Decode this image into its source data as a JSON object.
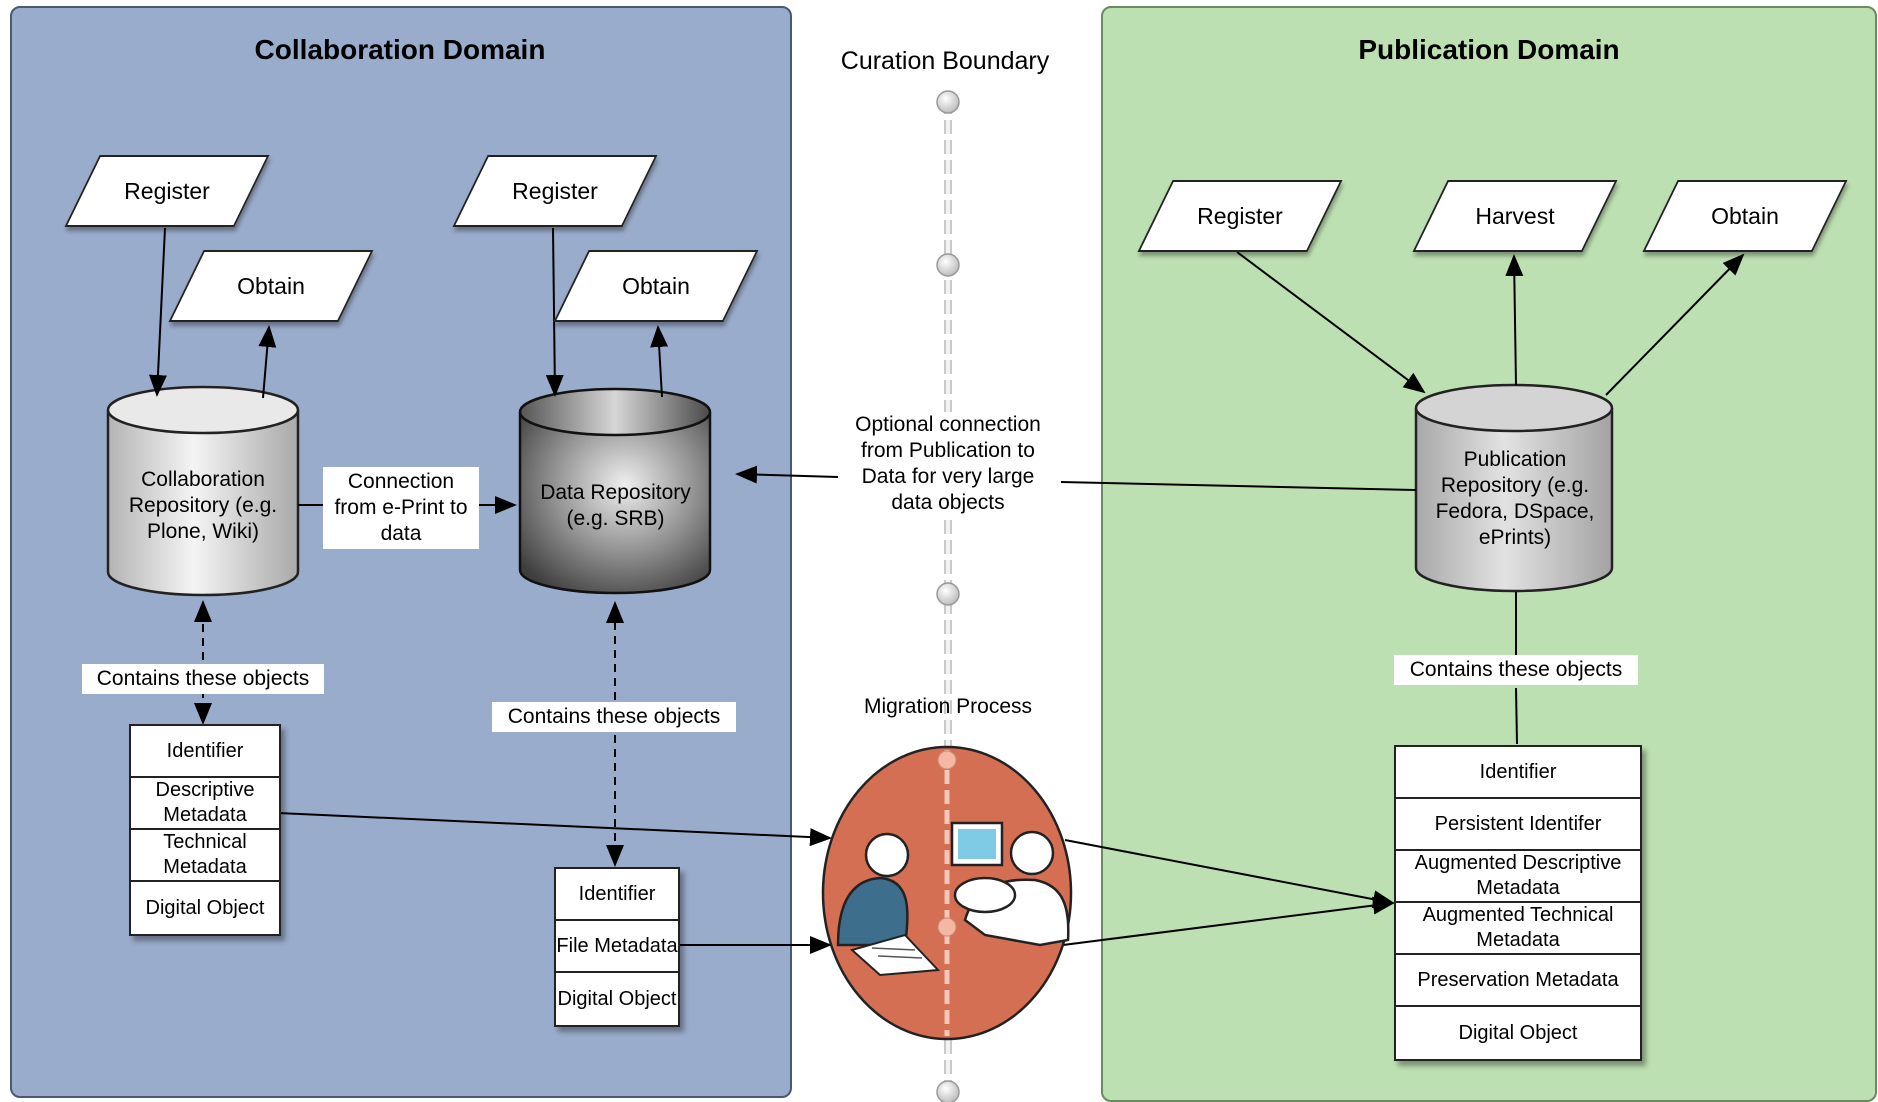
{
  "collaboration": {
    "title": "Collaboration Domain",
    "register_label": "Register",
    "obtain_label": "Obtain",
    "repository_label": "Collaboration Repository (e.g. Plone, Wiki)",
    "contains_label": "Contains these objects",
    "object_stack": [
      "Identifier",
      "Descriptive Metadata",
      "Technical Metadata",
      "Digital Object"
    ]
  },
  "data_repo": {
    "register_label": "Register",
    "obtain_label": "Obtain",
    "repository_label": "Data Repository (e.g. SRB)",
    "connection_label": "Connection from e-Print to data",
    "contains_label": "Contains these objects",
    "object_stack": [
      "Identifier",
      "File Metadata",
      "Digital Object"
    ]
  },
  "curation": {
    "boundary_label": "Curation Boundary",
    "optional_connection_label": "Optional connection from Publication to Data for very large data objects",
    "migration_label": "Migration Process",
    "colors": {
      "migration_fill": "#d46f54",
      "boundary": "#e8e8e8"
    }
  },
  "publication": {
    "title": "Publication Domain",
    "register_label": "Register",
    "harvest_label": "Harvest",
    "obtain_label": "Obtain",
    "repository_label": "Publication Repository (e.g. Fedora, DSpace, ePrints)",
    "contains_label": "Contains these objects",
    "object_stack": [
      "Identifier",
      "Persistent Identifer",
      "Augmented Descriptive Metadata",
      "Augmented Technical Metadata",
      "Preservation Metadata",
      "Digital Object"
    ]
  },
  "colors": {
    "collaboration_bg": "#9aaccb",
    "publication_bg": "#bde0b2"
  }
}
